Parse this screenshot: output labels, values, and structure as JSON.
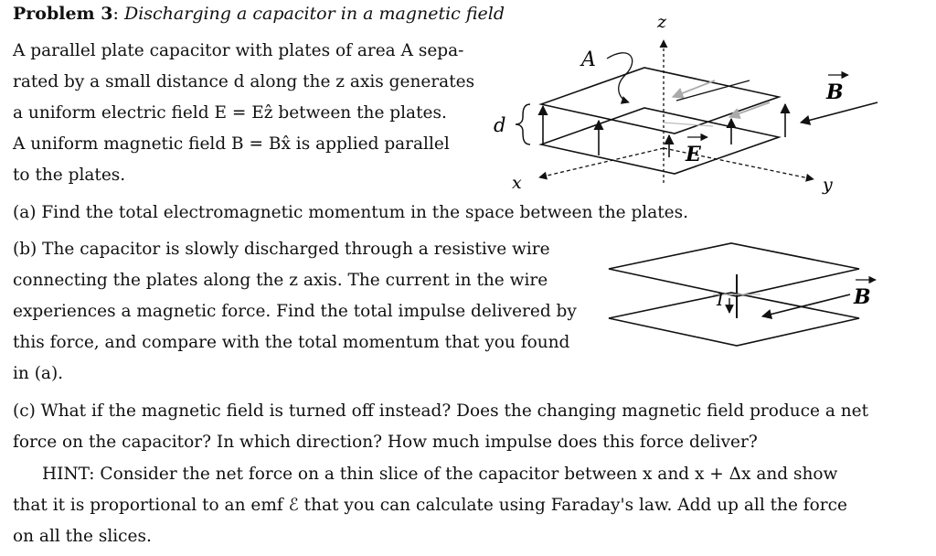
{
  "problem": {
    "label": "Problem 3",
    "colon": ":",
    "title": "Discharging a capacitor in a magnetic field"
  },
  "intro_lines": [
    "A parallel plate capacitor with plates of area A sepa-",
    "rated by a small distance d along the z axis generates",
    "a uniform electric field E = Eẑ between the plates.",
    "A uniform magnetic field B = Bx̂ is applied parallel",
    "to the plates."
  ],
  "part_a": "(a) Find the total electromagnetic momentum in the space between the plates.",
  "part_b_lines": [
    "(b) The capacitor is slowly discharged through a resistive wire",
    "connecting the plates along the z axis. The current in the wire",
    "experiences a magnetic force. Find the total impulse delivered by",
    "this force, and compare with the total momentum that you found",
    "in (a)."
  ],
  "part_c_lines": [
    "(c) What if the magnetic field is turned off instead? Does the changing magnetic field produce a net",
    "force on the capacitor? In which direction? How much impulse does this force deliver?"
  ],
  "hint_lines": [
    "HINT: Consider the net force on a thin slice of the capacitor between x and x + Δx and show",
    "that it is proportional to an emf ℰ that you can calculate using Faraday's law. Add up all the force",
    "on all the slices."
  ],
  "figure1": {
    "area_label": "A",
    "gap_label": "d",
    "z_label": "z",
    "x_label": "x",
    "y_label": "y",
    "e_label": "E",
    "b_label": "B"
  },
  "figure2": {
    "current_label": "I",
    "b_label": "B"
  }
}
